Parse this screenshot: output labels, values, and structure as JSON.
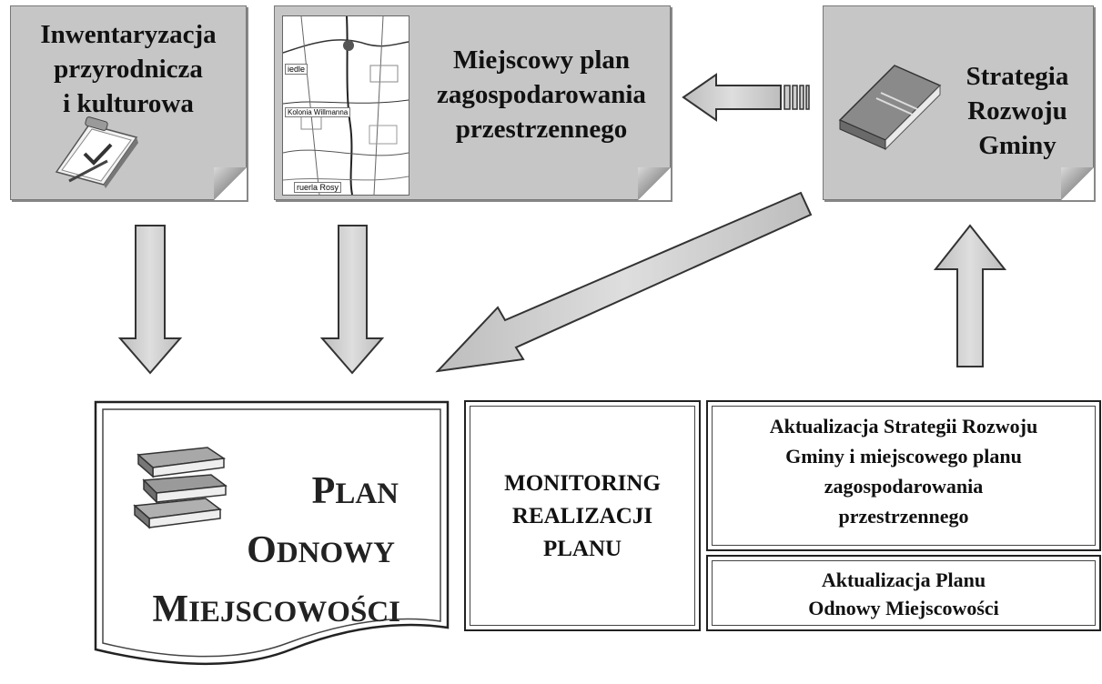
{
  "cards": {
    "inventory": {
      "lines": [
        "Inwentaryzacja",
        "przyrodnicza",
        "i kulturowa"
      ],
      "icon": "clipboard-check-icon"
    },
    "local_plan": {
      "lines": [
        "Miejscowy plan",
        "zagospodarowania",
        "przestrzennego"
      ],
      "map_labels": [
        "iedle",
        "Kolonia Willmanna",
        "ruerla Rosy"
      ]
    },
    "strategy": {
      "lines": [
        "Strategia",
        "Rozwoju",
        "Gminy"
      ],
      "icon": "book-icon"
    }
  },
  "plan": {
    "lines": [
      {
        "first": "P",
        "rest": "LAN"
      },
      {
        "first": "O",
        "rest": "DNOWY"
      },
      {
        "first": "M",
        "rest": "IEJSCOWOŚCI"
      }
    ],
    "icon": "books-stack-icon"
  },
  "monitoring": {
    "lines": [
      "MONITORING",
      "REALIZACJI",
      "PLANU"
    ]
  },
  "update_strategy": {
    "lines": [
      "Aktualizacja Strategii Rozwoju",
      "Gminy i miejscowego planu",
      "zagospodarowania",
      "przestrzennego"
    ]
  },
  "update_plan": {
    "lines": [
      "Aktualizacja Planu",
      "Odnowy Miejscowości"
    ]
  },
  "colors": {
    "card": "#c6c6c6",
    "arrow": "#c9c9c9",
    "stroke": "#333333"
  }
}
